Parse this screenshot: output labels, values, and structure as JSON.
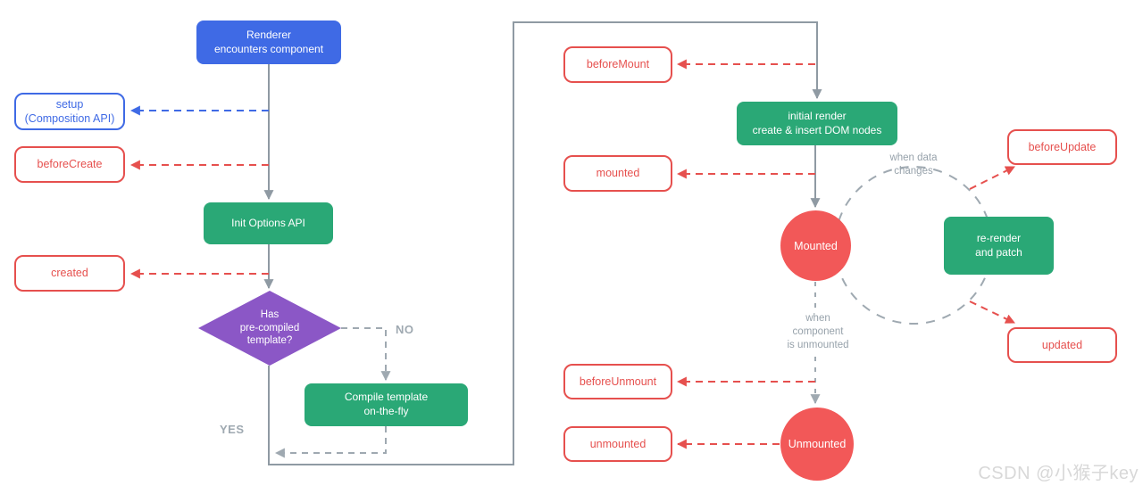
{
  "theme": {
    "blue": "#3f6ae5",
    "green": "#2aa876",
    "purple": "#8b57c6",
    "red": "#e6504e",
    "circle-red": "#f25858",
    "gray-line": "#8f9aa3",
    "gray-dash": "#9fa9b1",
    "gray-text": "#97a2ab",
    "watermark": "#d8d8d8"
  },
  "nodes": {
    "renderer": {
      "line1": "Renderer",
      "line2": "encounters component"
    },
    "setup": {
      "line1": "setup",
      "line2": "(Composition API)"
    },
    "before_create": {
      "label": "beforeCreate"
    },
    "init_options": {
      "label": "Init Options API"
    },
    "created": {
      "label": "created"
    },
    "has_template": {
      "line1": "Has",
      "line2": "pre-compiled",
      "line3": "template?"
    },
    "compile_template": {
      "line1": "Compile template",
      "line2": "on-the-fly"
    },
    "before_mount": {
      "label": "beforeMount"
    },
    "initial_render": {
      "line1": "initial render",
      "line2": "create & insert DOM nodes"
    },
    "mounted_hook": {
      "label": "mounted"
    },
    "mounted_state": {
      "label": "Mounted"
    },
    "re_render": {
      "line1": "re-render",
      "line2": "and patch"
    },
    "before_update": {
      "label": "beforeUpdate"
    },
    "updated": {
      "label": "updated"
    },
    "before_unmount": {
      "label": "beforeUnmount"
    },
    "unmounted_state": {
      "label": "Unmounted"
    },
    "unmounted_hook": {
      "label": "unmounted"
    }
  },
  "labels": {
    "no": "NO",
    "yes": "YES",
    "when_data_line1": "when data",
    "when_data_line2": "changes",
    "when_unmounted_line1": "when",
    "when_unmounted_line2": "component",
    "when_unmounted_line3": "is unmounted"
  },
  "watermark": "CSDN @小猴子key"
}
